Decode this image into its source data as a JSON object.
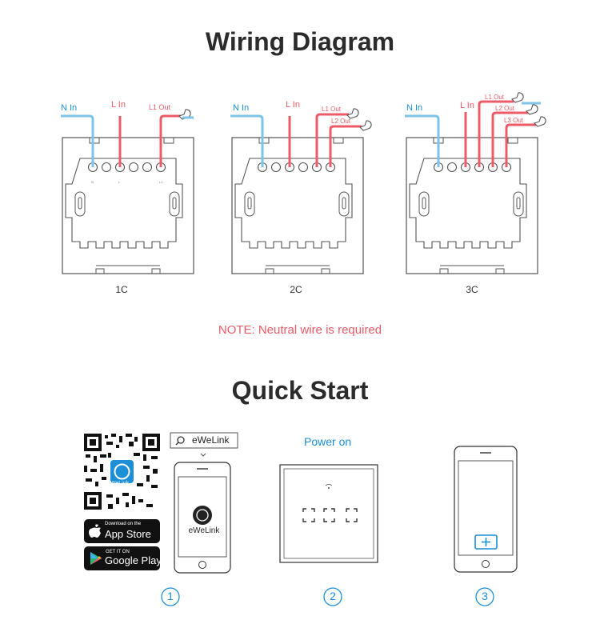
{
  "wiring": {
    "title": "Wiring Diagram",
    "note": "NOTE: Neutral wire is required",
    "panels": [
      {
        "caption": "1C",
        "labels": {
          "n": "N In",
          "l": "L In",
          "outs": [
            "L1 Out"
          ]
        }
      },
      {
        "caption": "2C",
        "labels": {
          "n": "N In",
          "l": "L In",
          "outs": [
            "L1 Out",
            "L2 Out"
          ]
        }
      },
      {
        "caption": "3C",
        "labels": {
          "n": "N In",
          "l": "L In",
          "outs": [
            "L1 Out",
            "L2 Out",
            "L3 Out"
          ]
        }
      }
    ]
  },
  "quick": {
    "title": "Quick Start",
    "search_text": "eWeLink",
    "app_name": "eWeLink",
    "qr_logo": "eWeLink",
    "appstore_small": "Download on the",
    "appstore_big": "App Store",
    "gplay_small": "GET IT ON",
    "gplay_big": "Google Play",
    "power_on": "Power on",
    "steps": [
      "1",
      "2",
      "3"
    ]
  },
  "colors": {
    "neutral": "#7cc4e8",
    "live": "#ec5b67",
    "line": "#3a3a3a",
    "accent": "#1c8fd6"
  }
}
